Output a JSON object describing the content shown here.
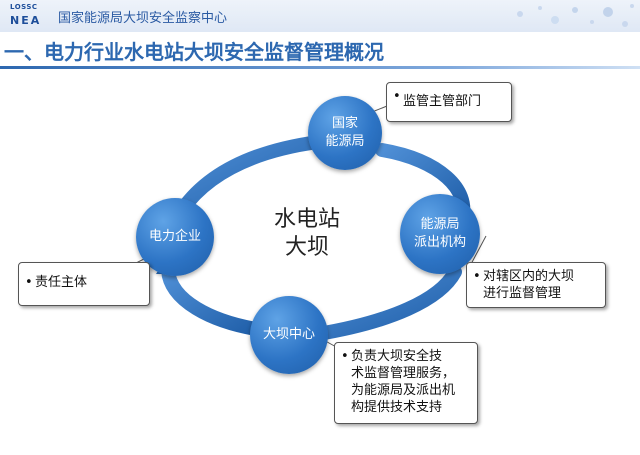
{
  "header": {
    "logo_top": "LOSSC",
    "logo_bottom": "NEA",
    "org_name": "国家能源局大坝安全监察中心"
  },
  "title": "一、电力行业水电站大坝安全监督管理概况",
  "diagram": {
    "center": [
      "水电站",
      "大坝"
    ],
    "nodes": {
      "nea": [
        "国家",
        "能源局"
      ],
      "branch": [
        "能源局",
        "派出机构"
      ],
      "enterprise": [
        "电力企业"
      ],
      "dam_center": [
        "大坝中心"
      ]
    },
    "callouts": {
      "supervisor": {
        "bullet": "•",
        "lines": [
          "监管主管部门"
        ]
      },
      "branch_duty": {
        "bullet": "•",
        "lines": [
          "对辖区内的大坝",
          "进行监督管理"
        ]
      },
      "enterprise_duty": {
        "bullet": "•",
        "lines": [
          "责任主体"
        ]
      },
      "dam_center_duty": {
        "bullet": "•",
        "lines": [
          "负责大坝安全技",
          "术监督管理服务，",
          "为能源局及派出机",
          "构提供技术支持"
        ]
      }
    },
    "colors": {
      "node": "#2d74c5",
      "ring": "#2a6fbf",
      "title": "#2d68b0"
    }
  }
}
